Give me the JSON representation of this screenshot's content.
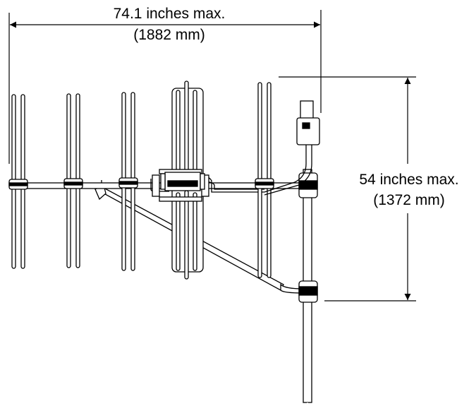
{
  "dimensions": {
    "width": {
      "imperial": "74.1 inches max.",
      "metric": "(1882 mm)"
    },
    "height": {
      "imperial": "54 inches max.",
      "metric": "(1372 mm)"
    }
  },
  "colors": {
    "line": "#000000",
    "background": "#ffffff"
  }
}
